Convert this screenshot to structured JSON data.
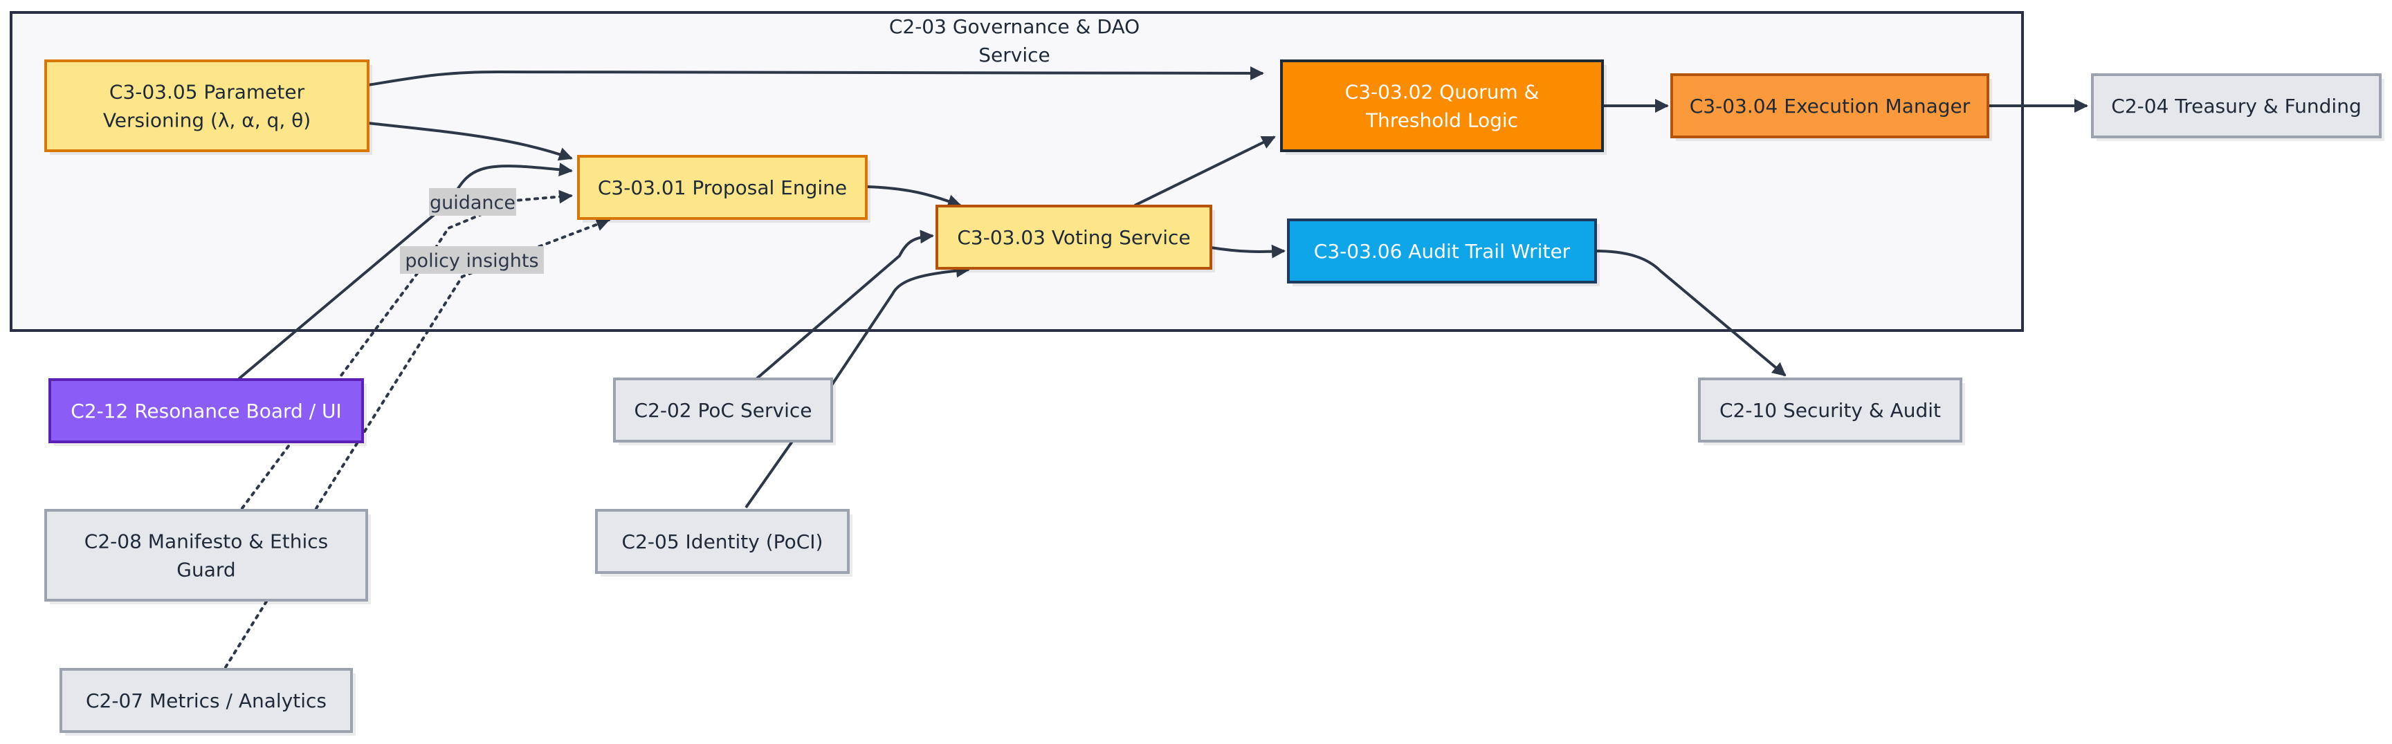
{
  "group": {
    "title_line1": "C2-03 Governance & DAO",
    "title_line2": "Service",
    "fill": "#f8f8fb",
    "stroke": "#2a2f45"
  },
  "nodes": {
    "param": {
      "lines": [
        "C3-03.05 Parameter",
        "Versioning (λ, α, q, θ)"
      ],
      "fill": "#fde68a",
      "stroke": "#d97706",
      "text": "#1f2937"
    },
    "proposal": {
      "lines": [
        "C3-03.01 Proposal Engine"
      ],
      "fill": "#fde68a",
      "stroke": "#d97706",
      "text": "#1f2937"
    },
    "voting": {
      "lines": [
        "C3-03.03 Voting Service"
      ],
      "fill": "#fde68a",
      "stroke": "#b45309",
      "text": "#1f2937"
    },
    "quorum": {
      "lines": [
        "C3-03.02 Quorum &",
        "Threshold Logic"
      ],
      "fill": "#fb8c00",
      "stroke": "#1f2937",
      "text": "#ffffff"
    },
    "execution": {
      "lines": [
        "C3-03.04 Execution Manager"
      ],
      "fill": "#fb9a3c",
      "stroke": "#b45309",
      "text": "#1f2937"
    },
    "audit": {
      "lines": [
        "C3-03.06 Audit Trail Writer"
      ],
      "fill": "#0ea5e9",
      "stroke": "#1e3a5f",
      "text": "#ffffff"
    },
    "treasury": {
      "lines": [
        "C2-04 Treasury & Funding"
      ],
      "fill": "#e5e7eb",
      "stroke": "#9ca3af",
      "text": "#1f2937"
    },
    "resonance": {
      "lines": [
        "C2-12 Resonance Board / UI"
      ],
      "fill": "#8b5cf6",
      "stroke": "#5b21b6",
      "text": "#ffffff"
    },
    "poc": {
      "lines": [
        "C2-02 PoC Service"
      ],
      "fill": "#e5e7eb",
      "stroke": "#9ca3af",
      "text": "#1f2937"
    },
    "security": {
      "lines": [
        "C2-10 Security & Audit"
      ],
      "fill": "#e5e7eb",
      "stroke": "#9ca3af",
      "text": "#1f2937"
    },
    "manifesto": {
      "lines": [
        "C2-08 Manifesto & Ethics",
        "Guard"
      ],
      "fill": "#e5e7eb",
      "stroke": "#9ca3af",
      "text": "#1f2937"
    },
    "identity": {
      "lines": [
        "C2-05 Identity (PoCI)"
      ],
      "fill": "#e5e7eb",
      "stroke": "#9ca3af",
      "text": "#1f2937"
    },
    "metrics": {
      "lines": [
        "C2-07 Metrics / Analytics"
      ],
      "fill": "#e5e7eb",
      "stroke": "#9ca3af",
      "text": "#1f2937"
    }
  },
  "edge_labels": {
    "guidance": "guidance",
    "policy_insights": "policy insights"
  },
  "edges": [
    {
      "from": "param",
      "to": "quorum",
      "style": "solid"
    },
    {
      "from": "param",
      "to": "proposal",
      "style": "solid"
    },
    {
      "from": "resonance",
      "to": "proposal",
      "style": "solid"
    },
    {
      "from": "manifesto",
      "to": "proposal",
      "style": "dotted",
      "label": "guidance"
    },
    {
      "from": "metrics",
      "to": "proposal",
      "style": "dotted",
      "label": "policy insights"
    },
    {
      "from": "proposal",
      "to": "voting",
      "style": "solid"
    },
    {
      "from": "poc",
      "to": "voting",
      "style": "solid"
    },
    {
      "from": "identity",
      "to": "voting",
      "style": "solid"
    },
    {
      "from": "voting",
      "to": "quorum",
      "style": "solid"
    },
    {
      "from": "voting",
      "to": "audit",
      "style": "solid"
    },
    {
      "from": "quorum",
      "to": "execution",
      "style": "solid"
    },
    {
      "from": "execution",
      "to": "treasury",
      "style": "solid"
    },
    {
      "from": "audit",
      "to": "security",
      "style": "solid"
    }
  ]
}
